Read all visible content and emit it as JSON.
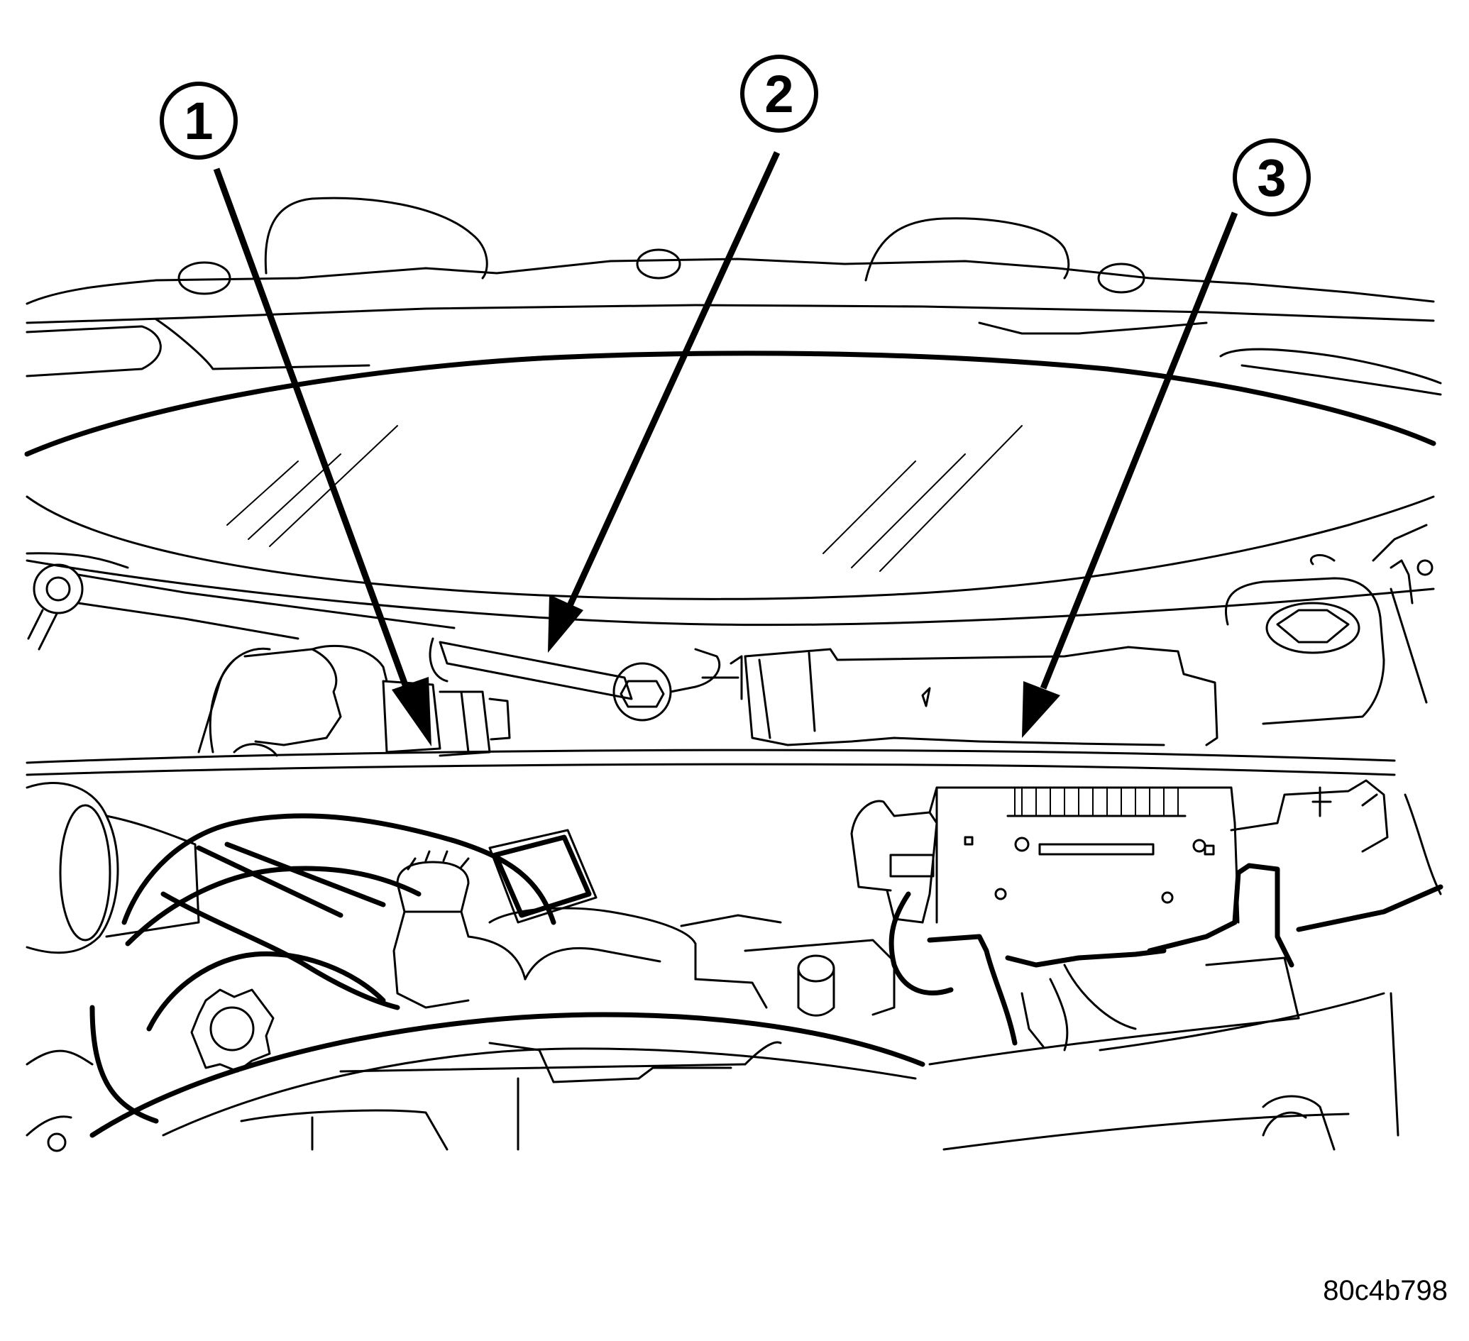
{
  "callouts": [
    {
      "number": "1"
    },
    {
      "number": "2"
    },
    {
      "number": "3"
    }
  ],
  "figure_id": "80c4b798"
}
